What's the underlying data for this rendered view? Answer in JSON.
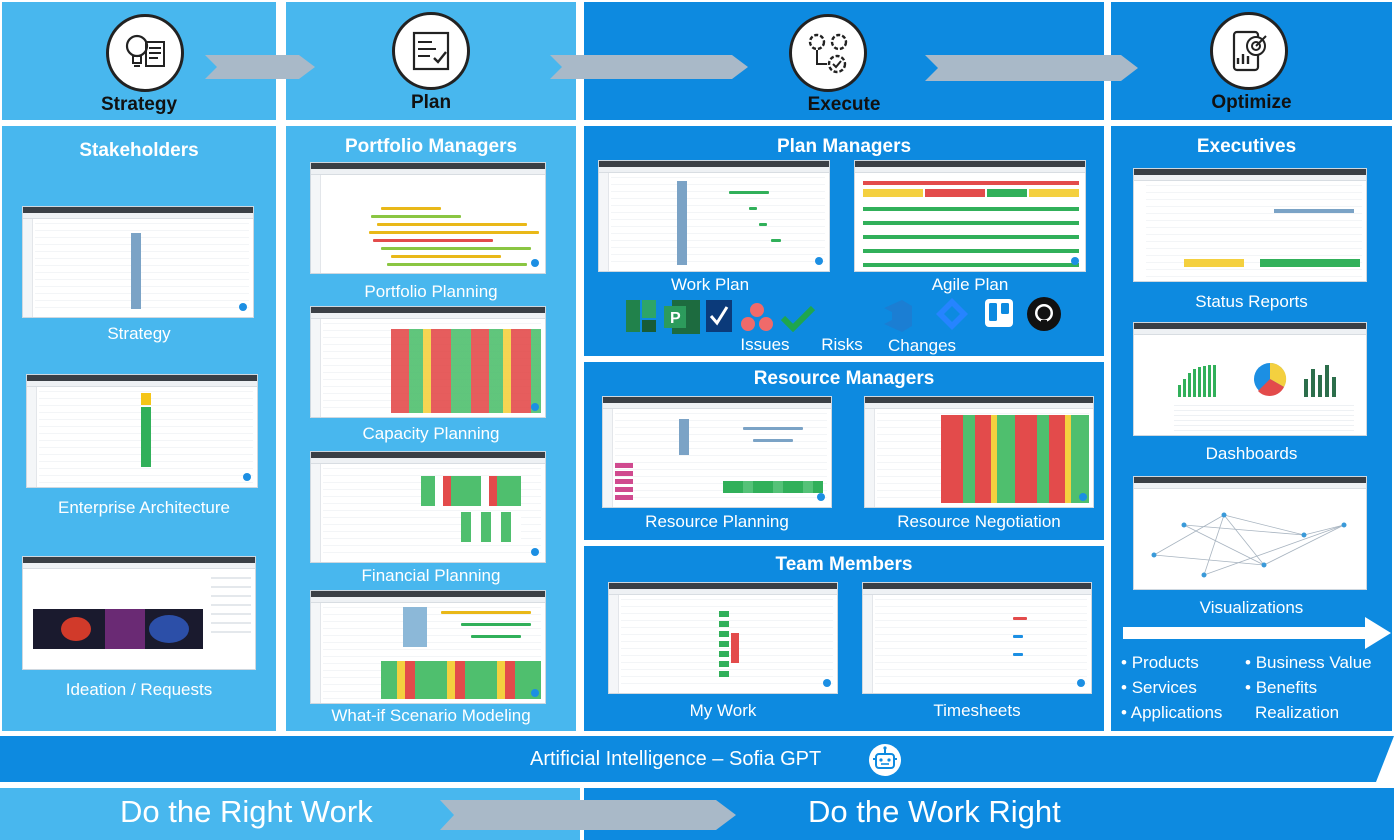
{
  "phases": {
    "strategy": "Strategy",
    "plan": "Plan",
    "execute": "Execute",
    "optimize": "Optimize"
  },
  "sections": {
    "stakeholders": {
      "title": "Stakeholders",
      "captions": [
        "Strategy",
        "Enterprise Architecture",
        "Ideation / Requests"
      ]
    },
    "portfolio_managers": {
      "title": "Portfolio Managers",
      "captions": [
        "Portfolio Planning",
        "Capacity Planning",
        "Financial Planning",
        "What-if Scenario Modeling"
      ]
    },
    "plan_managers": {
      "title": "Plan Managers",
      "captions": [
        "Work Plan",
        "Agile Plan"
      ],
      "integrations": [
        "Issues",
        "Risks",
        "Changes"
      ]
    },
    "resource_managers": {
      "title": "Resource Managers",
      "captions": [
        "Resource Planning",
        "Resource Negotiation"
      ]
    },
    "team_members": {
      "title": "Team Members",
      "captions": [
        "My Work",
        "Timesheets"
      ]
    },
    "executives": {
      "title": "Executives",
      "captions": [
        "Status Reports",
        "Dashboards",
        "Visualizations"
      ],
      "bullets_left": [
        "Products",
        "Services",
        "Applications"
      ],
      "bullets_right": [
        "Business Value",
        "Benefits",
        "Realization"
      ]
    }
  },
  "ai_bar": {
    "label": "Artificial Intelligence – Sofia GPT"
  },
  "bottom": {
    "left": "Do the Right Work",
    "right": "Do the Work Right"
  },
  "colors": {
    "light": "#48b7ee",
    "dark": "#0d8ae0",
    "arrow": "#a9b9c8"
  }
}
